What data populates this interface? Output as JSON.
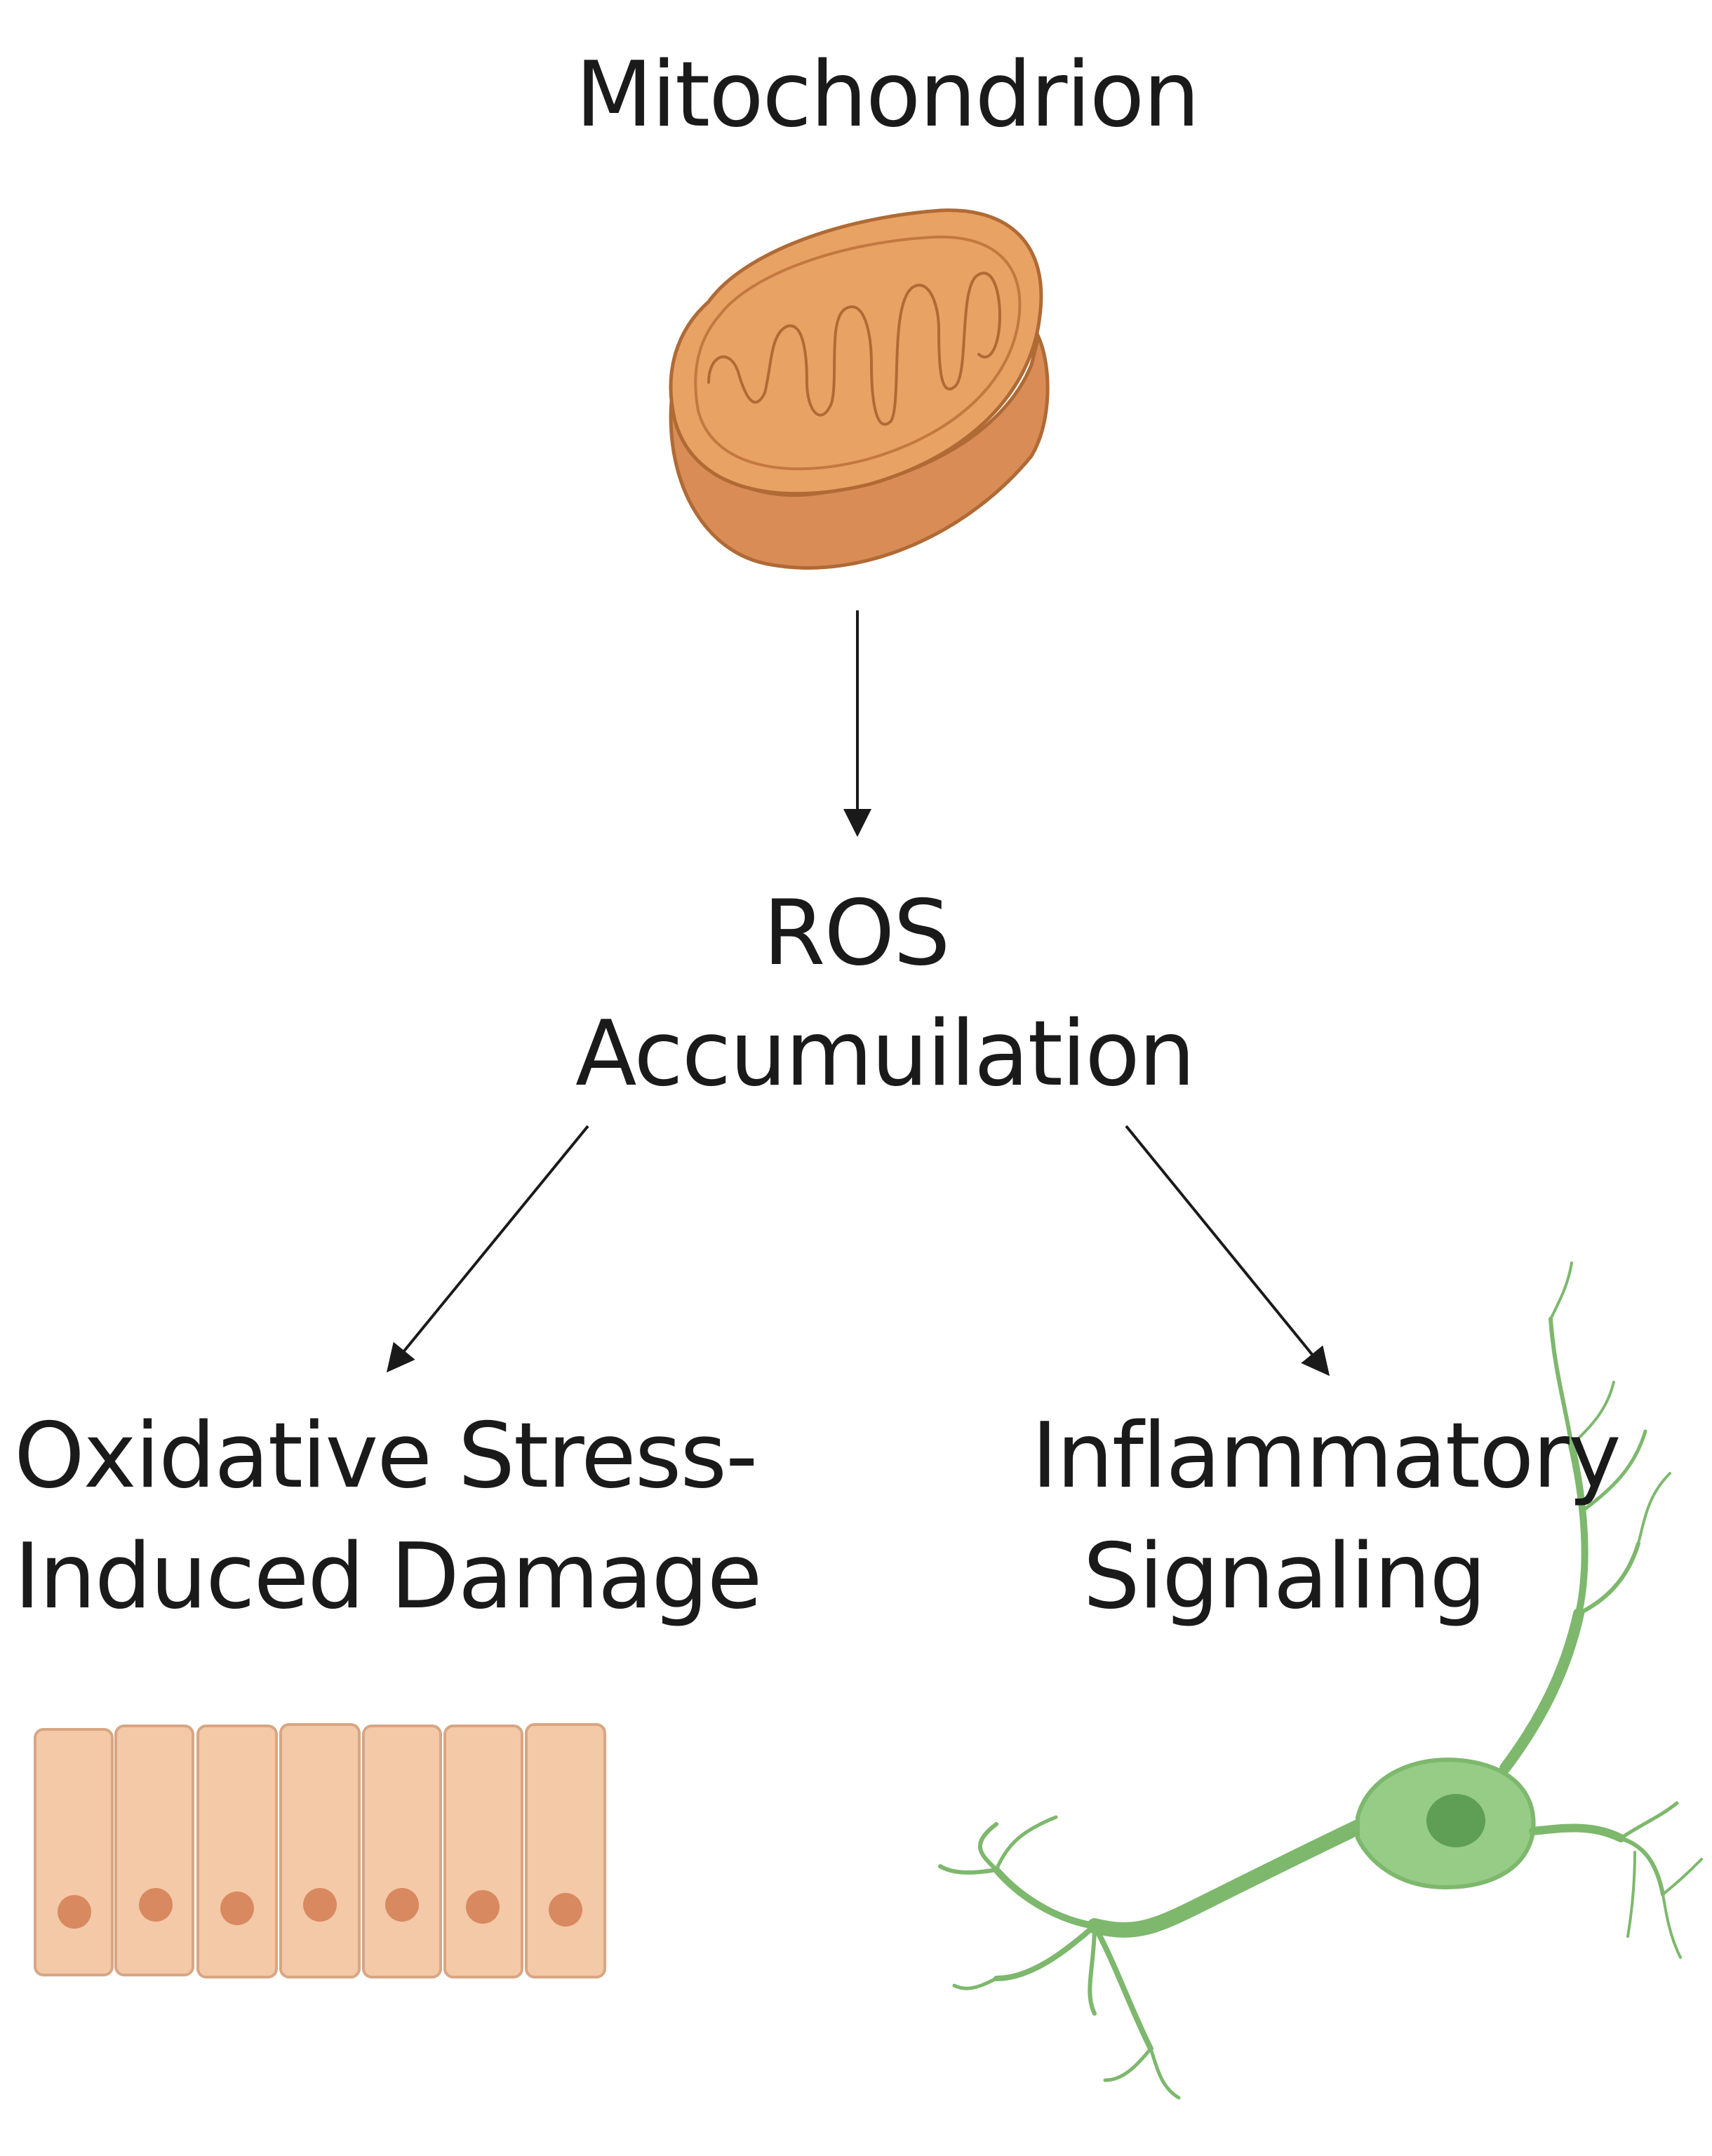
{
  "diagram": {
    "title": "Mitochondrion",
    "center_node": {
      "line1": "ROS",
      "line2": "Accumuilation"
    },
    "left_node": {
      "line1": "Oxidative Stress-",
      "line2": "Induced Damage"
    },
    "right_node": {
      "line1": "Inflammatory",
      "line2": "Signaling"
    },
    "icons": {
      "top": "mitochondrion-icon",
      "left": "epithelial-cells-icon",
      "right": "neuron-icon"
    },
    "colors": {
      "mitochondrion_fill": "#E8A264",
      "mitochondrion_side": "#D98C55",
      "mitochondrion_outline": "#B06A35",
      "cell_fill": "#F3C9A8",
      "cell_outline": "#D8A683",
      "cell_nucleus": "#D9895F",
      "neuron_fill": "#96CC86",
      "neuron_stroke": "#7DB86D",
      "neuron_nucleus": "#5E9E55",
      "arrow": "#1a1a1a"
    }
  }
}
